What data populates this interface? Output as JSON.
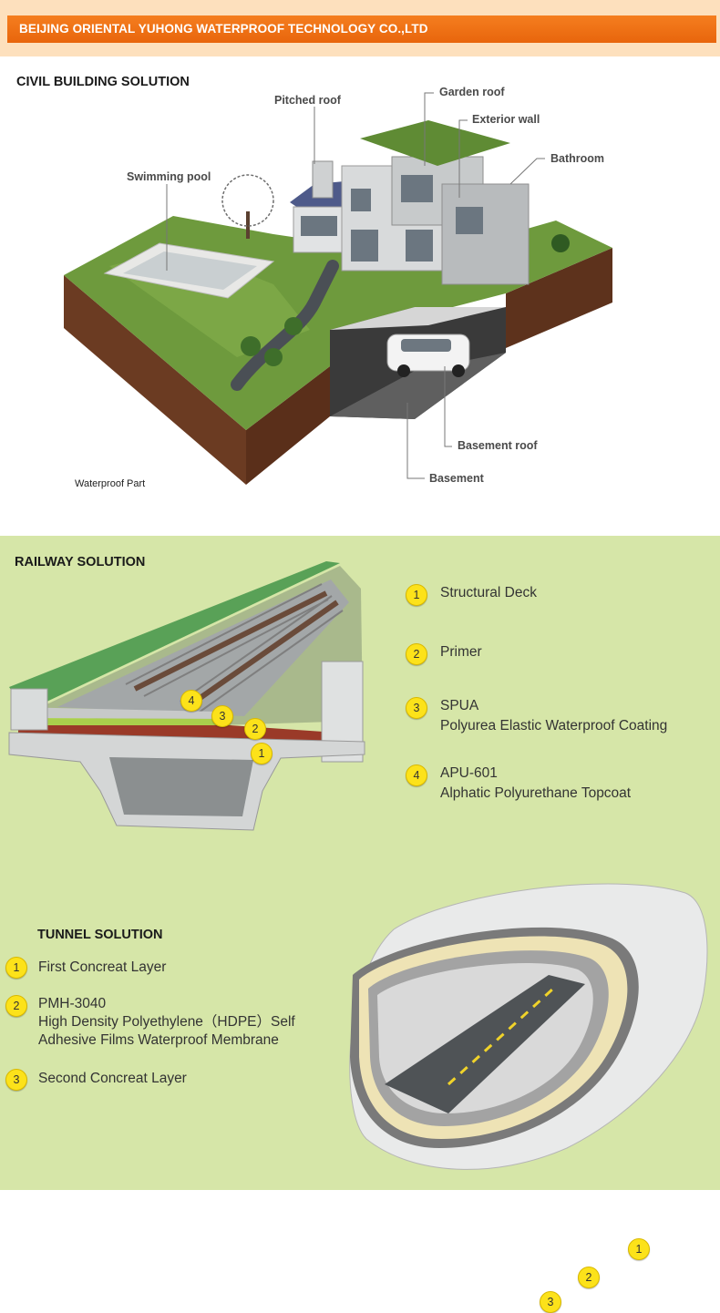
{
  "header": {
    "company": "BEIJING ORIENTAL YUHONG WATERPROOF TECHNOLOGY CO.,LTD"
  },
  "civil": {
    "title": "CIVIL BUILDING SOLUTION",
    "note": "Waterproof Part",
    "labels": {
      "pitched_roof": "Pitched roof",
      "garden_roof": "Garden roof",
      "exterior_wall": "Exterior wall",
      "bathroom": "Bathroom",
      "swimming_pool": "Swimming pool",
      "basement_roof": "Basement roof",
      "basement": "Basement"
    }
  },
  "railway": {
    "title": "RAILWAY SOLUTION",
    "legend": [
      {
        "num": "1",
        "line1": "Structural Deck",
        "line2": ""
      },
      {
        "num": "2",
        "line1": "Primer",
        "line2": ""
      },
      {
        "num": "3",
        "line1": "SPUA",
        "line2": "Polyurea Elastic Waterproof Coating"
      },
      {
        "num": "4",
        "line1": "APU-601",
        "line2": "Alphatic Polyurethane Topcoat"
      }
    ],
    "diagram_labels": [
      "1",
      "2",
      "3",
      "4"
    ]
  },
  "tunnel": {
    "title": "TUNNEL SOLUTION",
    "legend": [
      {
        "num": "1",
        "line1": "First Concreat Layer",
        "line2": "",
        "line3": ""
      },
      {
        "num": "2",
        "line1": "PMH-3040",
        "line2": "High Density Polyethylene（HDPE）Self",
        "line3": "Adhesive Films Waterproof Membrane"
      },
      {
        "num": "3",
        "line1": "Second Concreat Layer",
        "line2": "",
        "line3": ""
      }
    ],
    "diagram_labels": [
      "1",
      "2",
      "3"
    ]
  },
  "colors": {
    "header_bar": "#f57e1f",
    "header_band": "#fde0bd",
    "section_bg": "#d6e6a8",
    "badge": "#fce21a"
  }
}
